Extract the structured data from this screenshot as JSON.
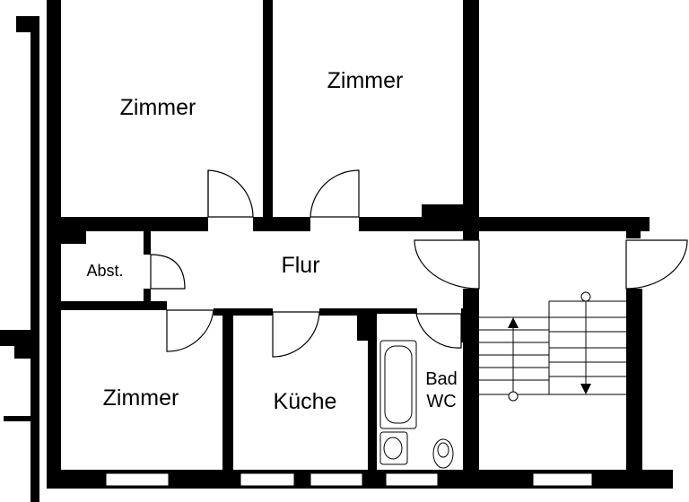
{
  "rooms": {
    "zimmer_top_left": "Zimmer",
    "zimmer_top_right": "Zimmer",
    "abstellraum": "Abst.",
    "flur": "Flur",
    "zimmer_bottom_left": "Zimmer",
    "kueche": "Küche",
    "bad_line1": "Bad",
    "bad_line2": "WC"
  },
  "colors": {
    "wall": "#000000",
    "background": "#ffffff",
    "window": "#ffffff"
  }
}
